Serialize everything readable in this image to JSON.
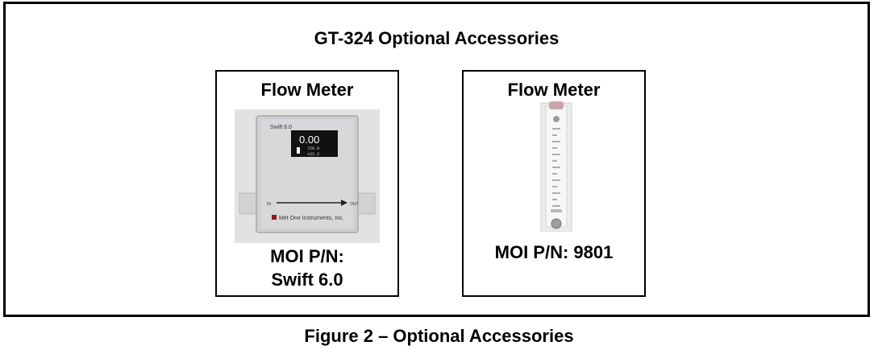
{
  "frame": {
    "title": "GT-324 Optional Accessories"
  },
  "accessories": [
    {
      "title": "Flow Meter",
      "caption_line1": "MOI P/N:",
      "caption_line2": "Swift 6.0",
      "photo": {
        "device_label": "Swift 6.0",
        "display_value": "0.00",
        "display_line2": "729.9",
        "display_line3": "+22.3",
        "port_in": "IN",
        "port_out": "OUT",
        "brand": "Met One Instruments, Inc."
      }
    },
    {
      "title": "Flow Meter",
      "caption_line1": "MOI P/N: 9801",
      "photo": {}
    }
  ],
  "figure_caption": "Figure 2 – Optional Accessories"
}
